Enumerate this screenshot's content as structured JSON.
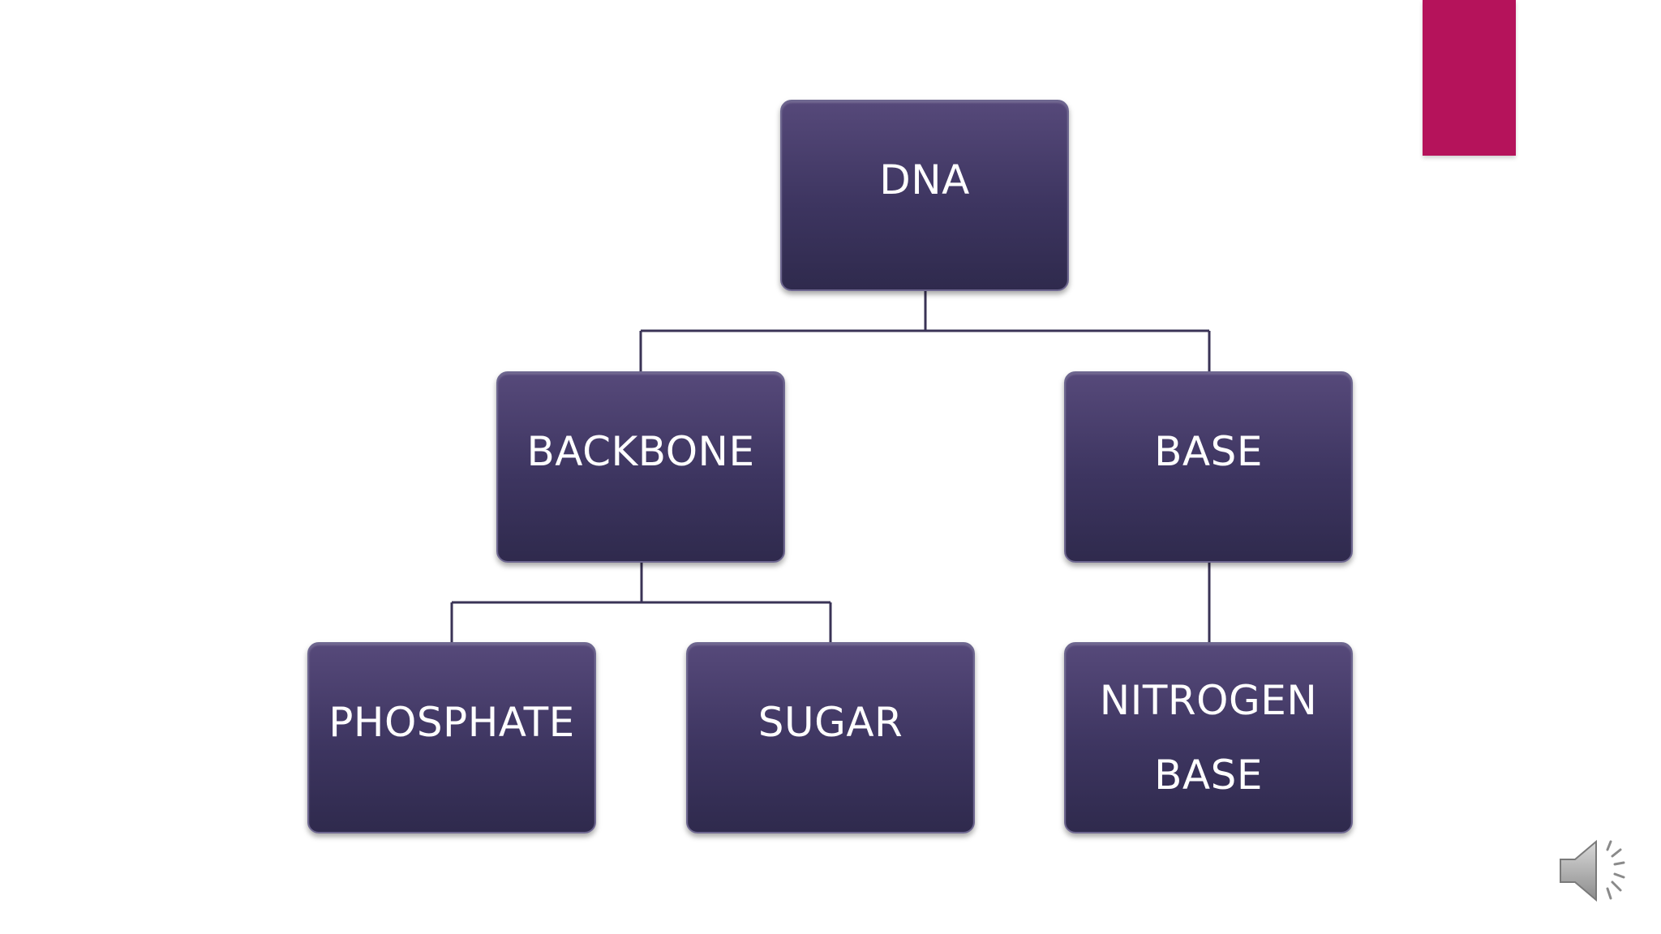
{
  "diagram": {
    "nodes": {
      "dna": "DNA",
      "backbone": "BACKBONE",
      "base": "BASE",
      "phosphate": "PHOSPHATE",
      "sugar": "SUGAR",
      "nitrogen_base": "NITROGEN BASE"
    }
  },
  "colors": {
    "accent": "#b5135b",
    "node_fill": "#3d3560",
    "connector": "#3a3356"
  },
  "icons": {
    "audio": "speaker-icon"
  }
}
